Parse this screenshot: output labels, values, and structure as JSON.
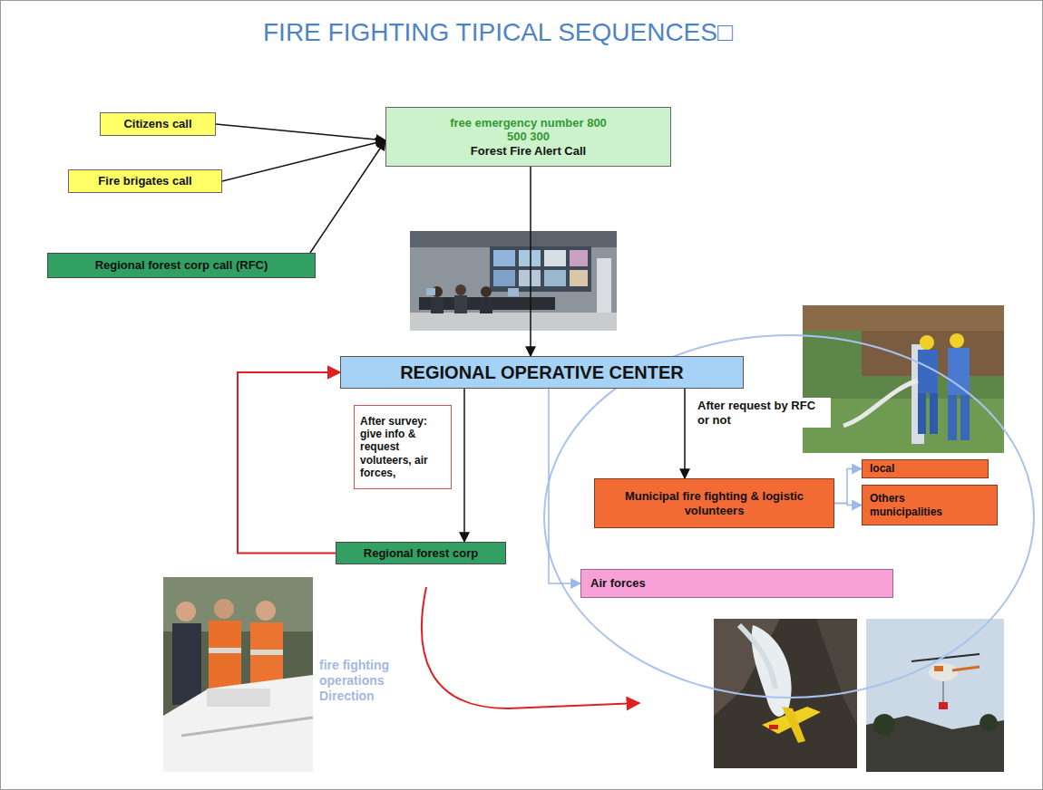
{
  "diagram": {
    "title": "FIRE FIGHTING TIPICAL SEQUENCES□",
    "nodes": [
      {
        "text": [
          "Citizens call"
        ]
      },
      {
        "text": [
          "Fire brigates call"
        ]
      },
      {
        "text": [
          "Regional forest corp call (RFC)"
        ]
      },
      {
        "text": [
          "free emergency number 800 500 300",
          "Forest Fire Alert Call"
        ]
      },
      {
        "text": [
          "REGIONAL OPERATIVE CENTER"
        ]
      },
      {
        "text": [
          "After survey: give info & request voluteers, air forces,"
        ]
      },
      {
        "text": [
          "Regional forest corp"
        ]
      },
      {
        "text": [
          "Municipal fire fighting & logistic volunteers"
        ]
      },
      {
        "text": [
          "local"
        ]
      },
      {
        "text": [
          "Others municipalities"
        ]
      },
      {
        "text": [
          "Air forces"
        ]
      }
    ],
    "edges": [
      {
        "from": 0,
        "to": 3,
        "arrow": "to"
      },
      {
        "from": 1,
        "to": 3,
        "arrow": "to"
      },
      {
        "from": 2,
        "to": 3,
        "arrow": "to"
      },
      {
        "from": 3,
        "to": 4,
        "arrow": "to"
      },
      {
        "from": 4,
        "to": 6,
        "arrow": "to"
      },
      {
        "from": 6,
        "to": 4,
        "arrow": "to"
      },
      {
        "from": 4,
        "to": 7,
        "label": "After request by RFC or not",
        "arrow": "to"
      },
      {
        "from": 4,
        "to": 10,
        "arrow": "to"
      },
      {
        "from": 7,
        "to": 8,
        "arrow": "to"
      },
      {
        "from": 7,
        "to": 9,
        "arrow": "to"
      }
    ],
    "labels": [
      "fire fighting operations Direction"
    ]
  }
}
